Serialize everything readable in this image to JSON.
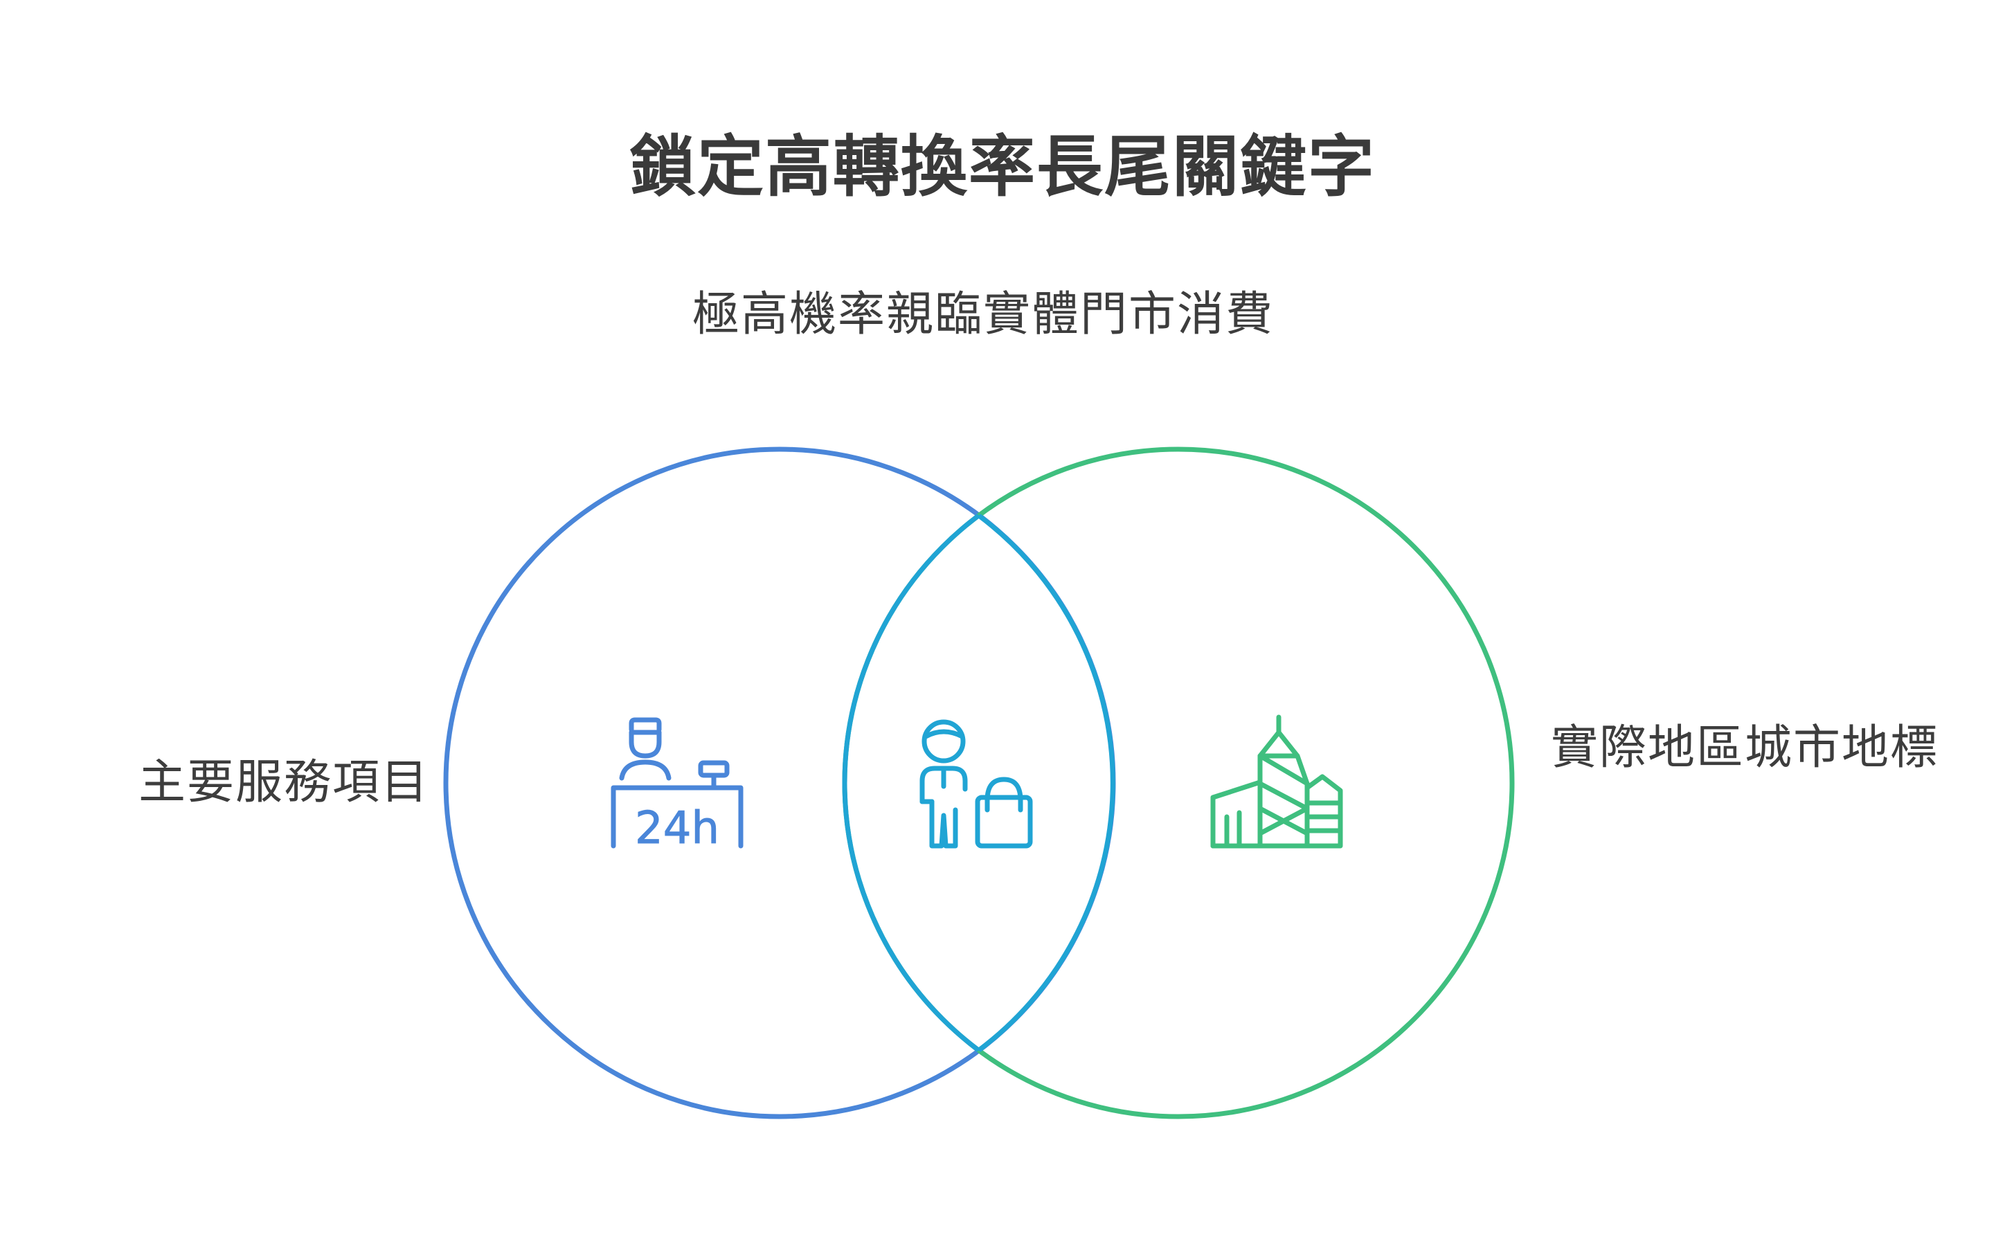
{
  "title": "鎖定高轉換率長尾關鍵字",
  "sets": {
    "top_label": "極高機率親臨實體門市消費",
    "left_label": "主要服務項目",
    "right_label": "實際地區城市地標"
  },
  "icons": {
    "left": "service-counter-24h-icon",
    "center": "shopper-with-bag-icon",
    "right": "city-landmark-buildings-icon",
    "counter_text": "24h"
  },
  "colors": {
    "left_circle": "#4a86d9",
    "right_circle": "#3fbf7f",
    "overlap_stroke": "#20a4d4",
    "text": "#3d3d3d"
  }
}
